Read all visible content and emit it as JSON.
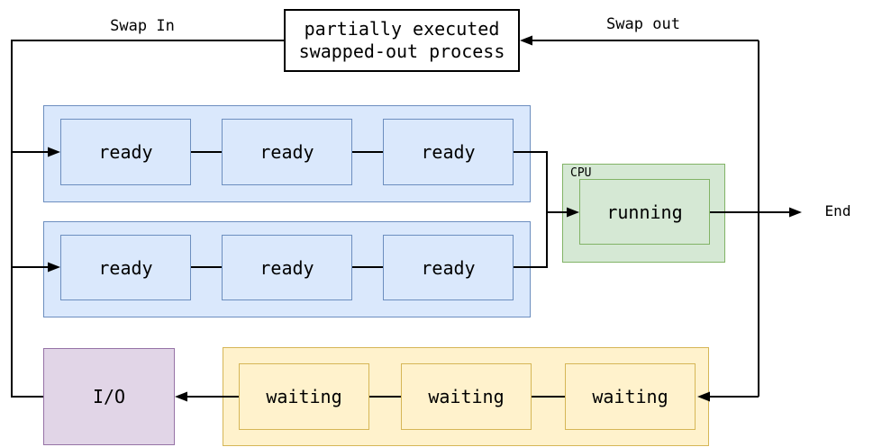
{
  "labels": {
    "swap_in": "Swap In",
    "swap_out": "Swap out",
    "end": "End"
  },
  "swapped_out_box": {
    "line1": "partially executed",
    "line2": "swapped-out process"
  },
  "cpu": {
    "label": "CPU",
    "running": "running"
  },
  "io": {
    "label": "I/O"
  },
  "ready_queue_top": {
    "items": [
      "ready",
      "ready",
      "ready"
    ]
  },
  "ready_queue_bottom": {
    "items": [
      "ready",
      "ready",
      "ready"
    ]
  },
  "waiting_queue": {
    "items": [
      "waiting",
      "waiting",
      "waiting"
    ]
  },
  "colors": {
    "ready_fill": "#dae8fc",
    "ready_border": "#6c8ebf",
    "cpu_fill": "#d5e8d4",
    "cpu_border": "#82b366",
    "io_fill": "#e1d5e7",
    "io_border": "#9673a6",
    "waiting_fill": "#fff2cc",
    "waiting_border": "#d6b656",
    "process_box_fill": "#ffffff",
    "line": "#000000"
  }
}
